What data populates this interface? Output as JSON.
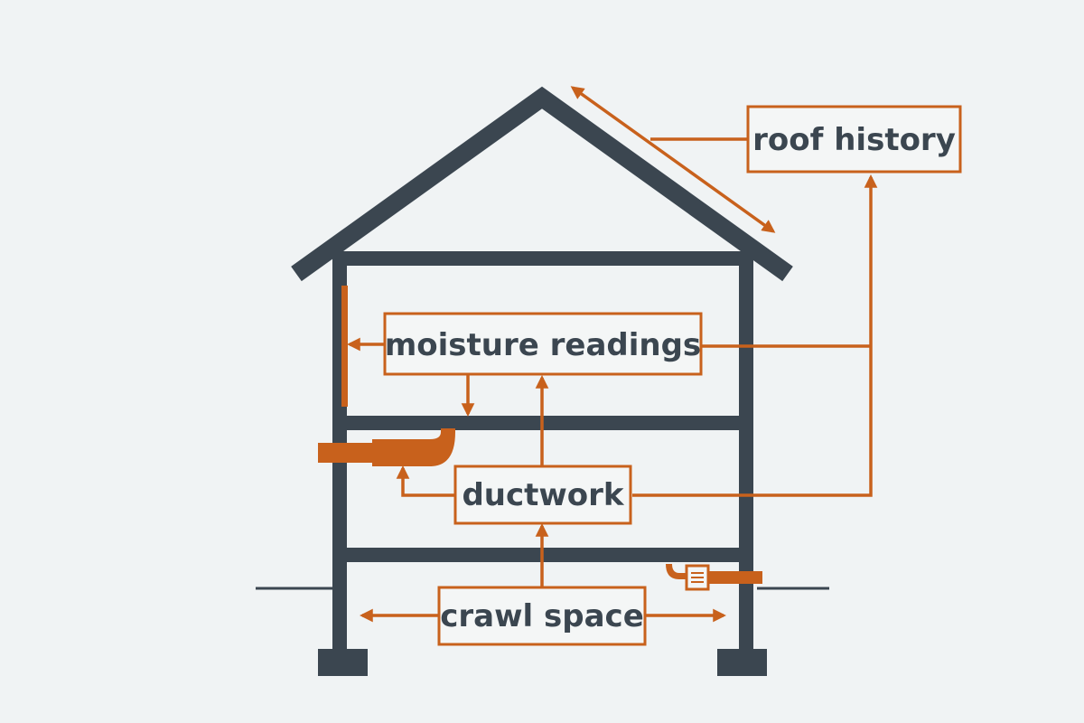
{
  "labels": {
    "roof_history": "roof history",
    "moisture_readings": "moisture readings",
    "ductwork": "ductwork",
    "crawl_space": "crawl space"
  },
  "colors": {
    "background": "#f0f3f4",
    "structure": "#3b4650",
    "accent": "#c8611c",
    "label_fill": "#f4f6f6"
  }
}
